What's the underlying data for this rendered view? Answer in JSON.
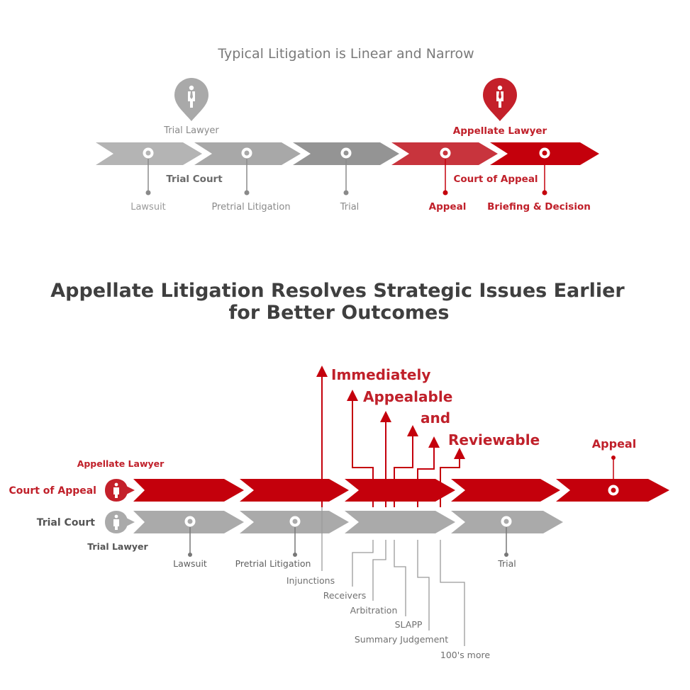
{
  "colors": {
    "red": "#c4000c",
    "red_light": "#c8343d",
    "gray_light": "#b4b4b4",
    "gray_mid": "#a8a8a8",
    "gray_dark": "#949494",
    "gray_text": "#8a8a8a",
    "red_text": "#c0202a"
  },
  "top": {
    "title": "Typical Litigation is Linear and Narrow",
    "trial_lawyer": "Trial Lawyer",
    "appellate_lawyer": "Appellate Lawyer",
    "trial_court": "Trial Court",
    "court_of_appeal": "Court of Appeal",
    "stages": [
      "Lawsuit",
      "Pretrial Litigation",
      "Trial",
      "Appeal",
      "Briefing & Decision"
    ]
  },
  "bottom": {
    "title_line1": "Appellate Litigation Resolves Strategic Issues Earlier",
    "title_line2": "for Better Outcomes",
    "callout": [
      "Immediately",
      "Appealable",
      "and",
      "Reviewable"
    ],
    "appeal": "Appeal",
    "appellate_lawyer": "Appellate Lawyer",
    "court_of_appeal": "Court of Appeal",
    "trial_court": "Trial Court",
    "trial_lawyer": "Trial Lawyer",
    "stages": [
      "Lawsuit",
      "Pretrial Litigation",
      "Trial"
    ],
    "issues": [
      "Injunctions",
      "Receivers",
      "Arbitration",
      "SLAPP",
      "Summary Judgement",
      "100's more"
    ]
  },
  "icons": {
    "person_pin": "person-pin-icon",
    "stage_node": "stage-node-icon",
    "arrow": "arrow-up-icon"
  }
}
